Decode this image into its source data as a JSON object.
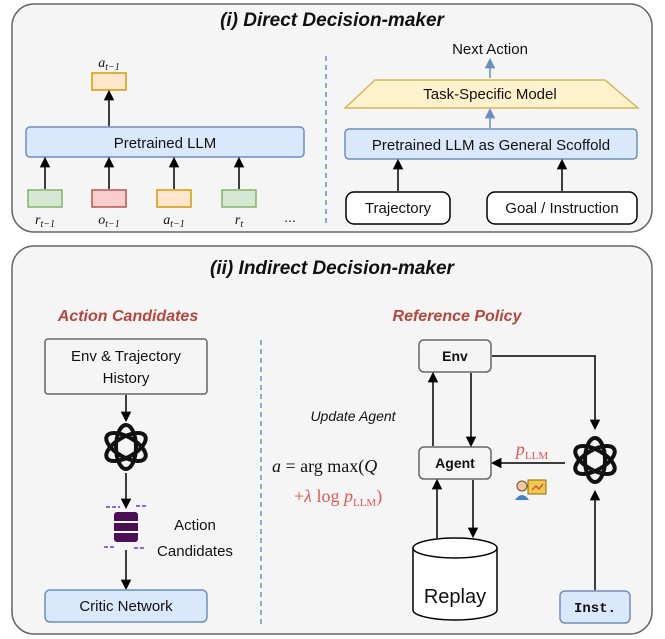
{
  "top_panel": {
    "title": "(i) Direct Decision-maker",
    "left": {
      "output_token": "a_{t-1}",
      "llm_label": "Pretrained LLM",
      "tokens": [
        "r_{t-1}",
        "o_{t-1}",
        "a_{t-1}",
        "r_t"
      ],
      "ellipsis": "..."
    },
    "right": {
      "next_action": "Next Action",
      "task_model": "Task-Specific Model",
      "scaffold": "Pretrained LLM as General Scoffold",
      "trajectory": "Trajectory",
      "goal": "Goal / Instruction"
    }
  },
  "bottom_panel": {
    "title": "(ii) Indirect Decision-maker",
    "left": {
      "heading": "Action Candidates",
      "history_line1": "Env & Trajectory",
      "history_line2": "History",
      "candidates_line1": "Action",
      "candidates_line2": "Candidates",
      "critic": "Critic Network"
    },
    "right": {
      "heading": "Reference Policy",
      "env": "Env",
      "agent": "Agent",
      "replay": "Replay",
      "inst": "Inst.",
      "update_agent": "Update Agent",
      "formula_line1": "a = arg max(Q",
      "formula_line2": "+λ log p_LLM)",
      "p_llm": "p_LLM"
    }
  },
  "colors": {
    "panel_bg": "#f5f5f5",
    "llm_blue": "#dae8fc",
    "llm_blue_border": "#6c8ebf",
    "green": "#d5e8d4",
    "red": "#f8cecc",
    "yellow": "#ffe6cc",
    "task_yellow": "#fff2cc",
    "heading_red": "#b5463d",
    "formula_red": "#e05555",
    "dashed_blue": "#6c8ebf"
  }
}
